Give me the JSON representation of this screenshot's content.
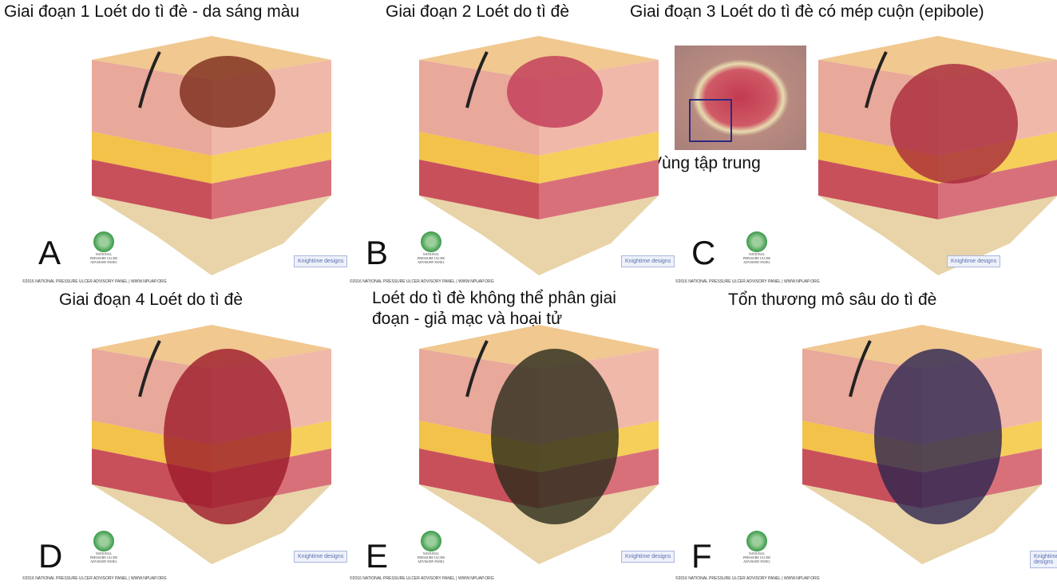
{
  "panels": [
    {
      "letter": "A",
      "title": "Giai đoạn 1 Loét do tì đè - da sáng màu",
      "wound": "#7a2a1a"
    },
    {
      "letter": "B",
      "title": "Giai đoạn 2 Loét do tì đè",
      "wound": "#c23a58"
    },
    {
      "letter": "C",
      "title": "Giai đoạn 3 Loét do tì đè có mép cuộn (epibole)",
      "wound": "#a8283a"
    },
    {
      "letter": "D",
      "title": "Giai đoạn 4 Loét do tì đè",
      "wound": "#9c1a2a"
    },
    {
      "letter": "E",
      "title_line1": "Loét do tì đè không thể phân giai",
      "title_line2": "đoạn - giả mạc và hoại tử",
      "wound": "#2a2a1a"
    },
    {
      "letter": "F",
      "title": "Tổn thương mô sâu do tì đè",
      "wound": "#2c2450"
    }
  ],
  "photo_caption": "Vùng tập trung",
  "logo_text": "NATIONAL PRESSURE ULCER ADVISORY PANEL",
  "designer_logo": "Knightime designs",
  "copyright": "©2016 NATIONAL PRESSURE ULCER ADVISORY PANEL | WWW.NPUAP.ORG"
}
